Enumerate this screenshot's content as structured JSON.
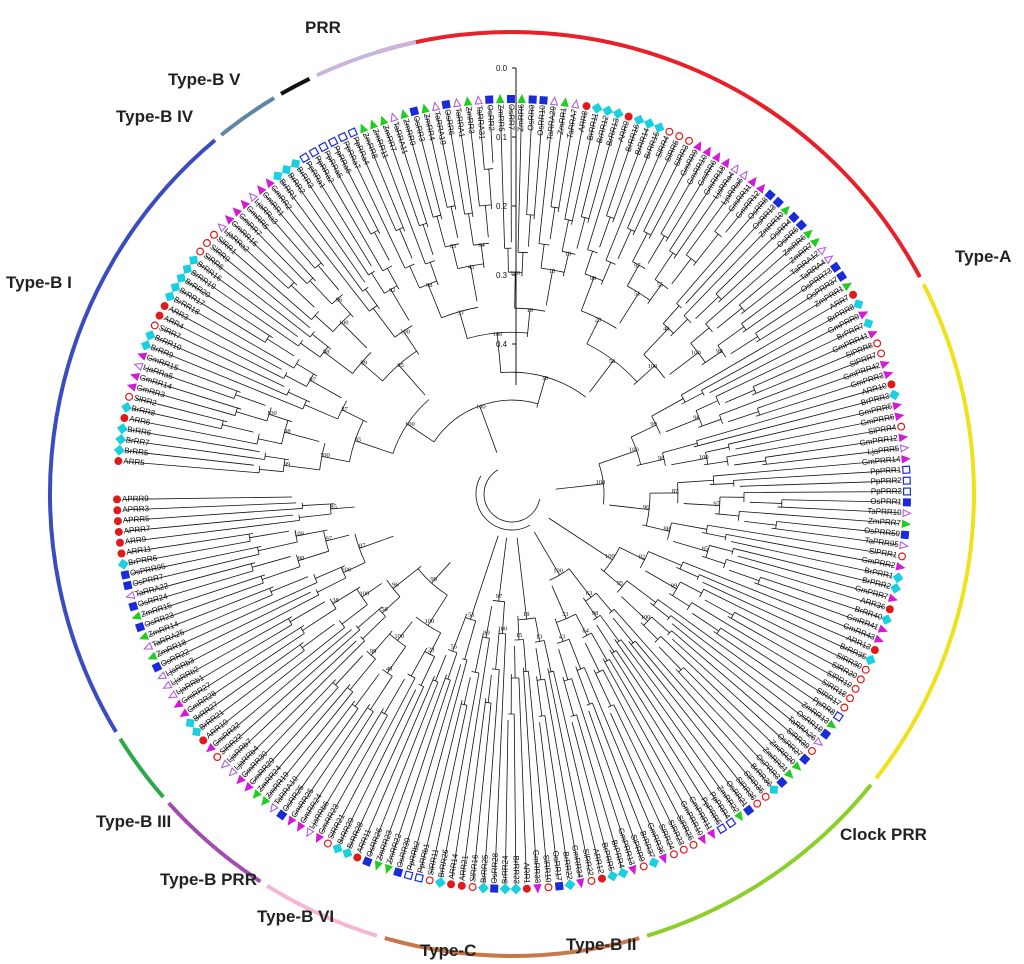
{
  "colors": {
    "arr_red": "#e01a1a",
    "cyan": "#19cfe0",
    "magenta": "#d31ad8",
    "green": "#22cc22",
    "blue": "#1a2bd8",
    "violet": "#b060e0",
    "text": "#111111"
  },
  "scale": {
    "ticks": [
      "0.0",
      "0.1",
      "0.2",
      "0.3",
      "0.4"
    ]
  },
  "clades": [
    {
      "name": "Type-A",
      "color": "#e8202a"
    },
    {
      "name": "Clock PRR",
      "color": "#f0e21a"
    },
    {
      "name": "Type-B II",
      "color": "#8ccf2a"
    },
    {
      "name": "Type-C",
      "color": "#c8774a"
    },
    {
      "name": "Type-B VI",
      "color": "#f5b6d6"
    },
    {
      "name": "Type-B PRR",
      "color": "#a24cb0"
    },
    {
      "name": "Type-B III",
      "color": "#2aa84a"
    },
    {
      "name": "Type-B I",
      "color": "#3b4cc0"
    },
    {
      "name": "Type-B IV",
      "color": "#5f86a8"
    },
    {
      "name": "Type-B V",
      "color": "#111111"
    },
    {
      "name": "PRR",
      "color": "#c9b6dc"
    }
  ],
  "marker_keys": [
    "circle-red",
    "diamond-cyan",
    "triangle-magenta",
    "triangle-green",
    "square-blue",
    "circle-open-red",
    "square-open-blue",
    "triangle-open-violet"
  ],
  "leaves": [
    "ARR5",
    "BrRR5",
    "BrRR7",
    "BrRR6",
    "ARR6",
    "BrRR8",
    "SlRR2",
    "GmRR3",
    "GmRR14",
    "LjaRRa5",
    "GmRR15",
    "BrRR9",
    "BrRR10",
    "SlRR7",
    "ARR4",
    "ARR3",
    "BrRR18",
    "BrRR17",
    "BrRR20",
    "BrRR19",
    "BrRR16",
    "SlRR6",
    "SlRR9",
    "SlRR1",
    "LjaRRa2",
    "GmRR16",
    "GmRR7",
    "GmRR5",
    "LjaRRa3",
    "GmRR1",
    "GmRR2",
    "BrRR1",
    "BrRR2",
    "BrRR3",
    "PpRRa1",
    "PpRRa2",
    "PpRRa5",
    "PpRRa6",
    "PpRRa7",
    "PpRRa4",
    "ZmRR8",
    "ZmRR11",
    "ZmRR7",
    "TaRRA11",
    "ZmRR9",
    "OsRR3",
    "ZmRR4",
    "TaRRA19",
    "OsRR6",
    "TaRRA1",
    "ZmRR3",
    "TaRRA31",
    "OsRR2",
    "ZmRR5",
    "OsRR7",
    "ZmRR6",
    "OsRR9",
    "OsRR10",
    "TaRRA29",
    "ZmRR1",
    "TaRRA7",
    "ARR8",
    "BrRR11",
    "BrRR12",
    "BrRR13",
    "ARR9",
    "BrRR16",
    "BrRR14",
    "BrRR15",
    "SlRR4",
    "SlRR5",
    "SlRR3",
    "GmRR9",
    "GmRR10",
    "GmRR6",
    "GmRR18",
    "LjaRRa4",
    "LjaRRa6",
    "GmRR11",
    "GmRR12",
    "OsRR8",
    "OsRR13",
    "ZmRR10",
    "OsRR4",
    "OsRR5",
    "ZmRR6",
    "ZmRR7",
    "TaRRA12",
    "TaRRA4",
    "OsPRR73",
    "OsPRR37",
    "ZmPRR1",
    "ARR7",
    "BrPRR8",
    "GmPRR9",
    "BrPRR7",
    "GmPRR41",
    "SlPRR8",
    "SlPRR7",
    "GmPRR42",
    "GmPRR3",
    "ARR10",
    "BrPRR3",
    "GmPRR5",
    "GmPRR6",
    "SlPRR4",
    "GmPRR12",
    "LjaPRR5",
    "GmPRR14",
    "PpPRR1",
    "PpPRR2",
    "PpPRR3",
    "OsPRR1",
    "TaPRR10",
    "ZmPRR7",
    "OsPRR59",
    "TaPRR95",
    "SlPRR1",
    "GmPRR2",
    "BrPRR1",
    "BrPRR2",
    "GmPRR7",
    "ARR36",
    "BrRR40",
    "GmRR41",
    "GmRR43",
    "ARR13",
    "BrRR35",
    "SlRR30",
    "SlRR20",
    "SlRR19",
    "SlRR18",
    "SlRR17",
    "PpRR8",
    "ZmRR13",
    "OsRR19",
    "TaRRA26",
    "SlRR39",
    "OsRR27",
    "ZmRR20",
    "ZmRR21",
    "OsPRR3",
    "BrRR36",
    "SlRR35",
    "SlRR36",
    "OsRR21",
    "ZmRR22",
    "PpPRR4",
    "PpPRR5",
    "GmPRR11",
    "GmPRR10",
    "SlRR25",
    "SlRR23",
    "SlRR24",
    "GmRR36",
    "BrRR37",
    "SlPRR9",
    "GmPRR13",
    "BrPRR4",
    "BrPRR5",
    "ARR12",
    "SlRR22",
    "GmRR34",
    "BrRR22",
    "OsRR17",
    "SlRR10",
    "GmRR33",
    "ARR1",
    "BrRR23",
    "BrRR24",
    "OsRR28",
    "BrRR25",
    "SlRR16",
    "ARR21",
    "ARR14",
    "BrRR26",
    "SlRR11",
    "PpRRb1",
    "PpRRb2",
    "OsRR30",
    "ZmRR22",
    "ZmRR23",
    "OsRR26",
    "ARR11",
    "BrRR28",
    "BrRR29",
    "SlRR21",
    "GmRR23",
    "LjaRRb6",
    "GmRR24",
    "GmRR25",
    "OsRR25",
    "TaRRA10",
    "ZmRR19",
    "ZmRR24",
    "GmRR29",
    "GmRR30",
    "LjaRRb4",
    "LjaRRb7",
    "SlRR22",
    "GmRR32",
    "ARR10",
    "BrRR21",
    "BrRR27",
    "GmRR26",
    "GmRR27",
    "LjaRRb1",
    "LjaRRb2",
    "LjaRRb3",
    "OsRR22",
    "ZmRR18",
    "TaRRA25",
    "ZmRR14",
    "OsRR23",
    "ZmRR15",
    "OsRR24",
    "TaRRA22",
    "OsPRR7",
    "OsPRR95",
    "BrPRR6",
    "ARR11",
    "ARR9",
    "APRR7",
    "APRR5",
    "APRR3",
    "APRR9"
  ],
  "support": [
    "99",
    "100",
    "98",
    "100",
    "97",
    "87",
    "85",
    "88",
    "96",
    "100",
    "99",
    "92",
    "100",
    "95",
    "100",
    "98",
    "63",
    "64",
    "43",
    "33",
    "100",
    "13",
    "15",
    "19",
    "100",
    "99",
    "97",
    "55",
    "51",
    "28",
    "40",
    "99",
    "100",
    "100",
    "58",
    "38",
    "100",
    "96"
  ]
}
